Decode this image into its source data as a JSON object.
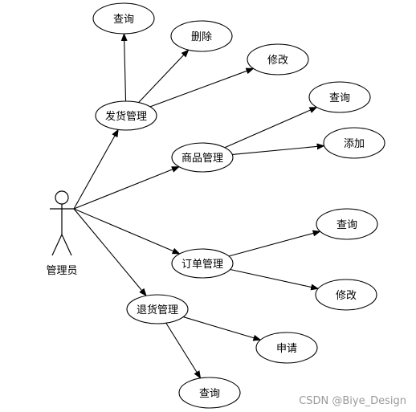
{
  "diagram": {
    "actor": {
      "label": "管理员"
    },
    "nodes": [
      {
        "id": "fahuo",
        "label": "发货管理"
      },
      {
        "id": "fh-query",
        "label": "查询"
      },
      {
        "id": "fh-delete",
        "label": "删除"
      },
      {
        "id": "fh-edit",
        "label": "修改"
      },
      {
        "id": "shangpin",
        "label": "商品管理"
      },
      {
        "id": "sp-query",
        "label": "查询"
      },
      {
        "id": "sp-add",
        "label": "添加"
      },
      {
        "id": "dingdan",
        "label": "订单管理"
      },
      {
        "id": "dd-query",
        "label": "查询"
      },
      {
        "id": "dd-edit",
        "label": "修改"
      },
      {
        "id": "tuihuo",
        "label": "退货管理"
      },
      {
        "id": "th-apply",
        "label": "申请"
      },
      {
        "id": "th-query",
        "label": "查询"
      }
    ],
    "edges": [
      {
        "from": "actor",
        "to": "fahuo"
      },
      {
        "from": "actor",
        "to": "shangpin"
      },
      {
        "from": "actor",
        "to": "dingdan"
      },
      {
        "from": "actor",
        "to": "tuihuo"
      },
      {
        "from": "fahuo",
        "to": "fh-query"
      },
      {
        "from": "fahuo",
        "to": "fh-delete"
      },
      {
        "from": "fahuo",
        "to": "fh-edit"
      },
      {
        "from": "shangpin",
        "to": "sp-query"
      },
      {
        "from": "shangpin",
        "to": "sp-add"
      },
      {
        "from": "dingdan",
        "to": "dd-query"
      },
      {
        "from": "dingdan",
        "to": "dd-edit"
      },
      {
        "from": "tuihuo",
        "to": "th-apply"
      },
      {
        "from": "tuihuo",
        "to": "th-query"
      }
    ]
  },
  "watermark": "CSDN @Biye_Design",
  "colors": {
    "stroke": "#000000",
    "fill": "#ffffff",
    "watermark": "#9a9a9a"
  }
}
